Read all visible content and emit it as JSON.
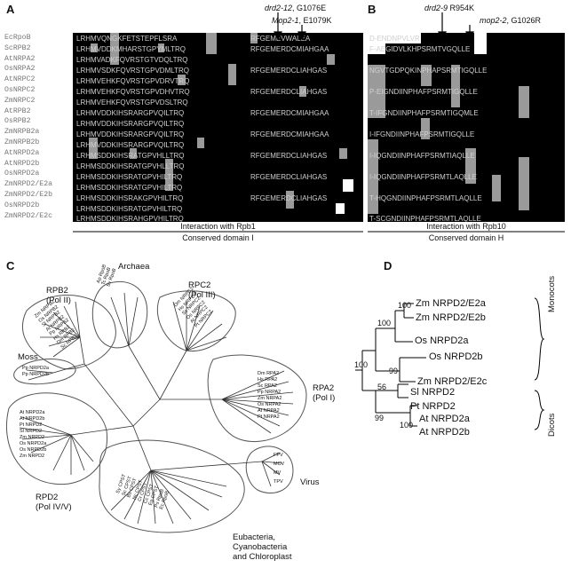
{
  "panelA": {
    "letter": "A",
    "mutation1": {
      "gene": "drd2-12",
      "change": "G1076E"
    },
    "mutation2": {
      "gene": "Mop2-1",
      "change": "E1079K"
    },
    "interaction_label": "Interaction with Rpb1",
    "domain_label": "Conserved domain I",
    "sequence_names": [
      "EcRpoB",
      "ScRPB2",
      "AtNRPA2",
      "OsNRPA2",
      "AtNRPC2",
      "OsNRPC2",
      "ZmNRPC2",
      "AtRPB2",
      "OsRPB2",
      "ZmNRPB2a",
      "ZmNRPB2b",
      "AtNRPD2a",
      "AtNRPD2b",
      "OsNRPD2a",
      "ZmNRPD2/E2a",
      "ZmNRPD2/E2b",
      "OsNRPD2b",
      "ZmNRPD2/E2c"
    ]
  },
  "panelB": {
    "letter": "B",
    "mutation1": {
      "gene": "drd2-9",
      "change": "R954K"
    },
    "mutation2": {
      "gene": "mop2-2",
      "change": "G1026R"
    },
    "interaction_label": "Interaction with Rpb10",
    "domain_label": "Conserved domain H"
  },
  "panelC": {
    "letter": "C",
    "groups": {
      "archaea": "Archaea",
      "rpc2": [
        "RPC2",
        "(Pol III)"
      ],
      "rpb2": [
        "RPB2",
        "(Pol II)"
      ],
      "moss": "Moss",
      "rpa2": [
        "RPA2",
        "(Pol I)"
      ],
      "rpd2": [
        "RPD2",
        "(Pol IV/V)"
      ],
      "virus": "Virus",
      "eubacteria": [
        "Eubacteria,",
        "Cyanobacteria",
        "and Chloroplast"
      ]
    },
    "leaves": {
      "archaea": [
        "Ap RpoB",
        "Tc RpoB",
        "Sv RpoB"
      ],
      "rpc2": [
        "Dm NRPC2",
        "Hs NRPC2",
        "Sc NRPC2",
        "Os NRPC2",
        "At NRPC2",
        "Pt NRPC2"
      ],
      "rpb2": [
        "Zm NRPB2",
        "Os NRPB2",
        "Sl NRPB2",
        "At NRPB2",
        "Pp NRPB2",
        "Hs RPB2",
        "Dm RPB2",
        "Sc RPB2"
      ],
      "moss": [
        "Pp NRPD2a",
        "Pp NRPD2b"
      ],
      "rpa2": [
        "Dm RPA2",
        "Hs RPA2",
        "Sc RPA2",
        "Pp NRPA2",
        "Zm NRPA2",
        "Os NRPA2",
        "At NRPA2",
        "Pt NRPA2"
      ],
      "rpd2": [
        "At NRPD2a",
        "At NRPD2b",
        "Pt NRPD2",
        "Sl NRPD2",
        "Zm NRPD2",
        "Os NRPD2a",
        "Os NRPD2b",
        "Zm NRPD2"
      ],
      "virus": [
        "FPV",
        "MCV",
        "MV",
        "TPV"
      ],
      "eubacteria": [
        "Sy CPST",
        "Sc CPST",
        "Bs CPST",
        "Nc CPST",
        "Cr CPST",
        "Cc CPST",
        "Eg CPST",
        "Ps RpoB",
        "Ec RpoB"
      ]
    }
  },
  "panelD": {
    "letter": "D",
    "taxa": [
      "Zm NRPD2/E2a",
      "Zm NRPD2/E2b",
      "Os NRPD2a",
      "Os NRPD2b",
      "Zm NRPD2/E2c",
      "Sl NRPD2",
      "Pt NRPD2",
      "At NRPD2a",
      "At NRPD2b"
    ],
    "bootstrap": [
      "100",
      "100",
      "99",
      "100",
      "56",
      "99",
      "100"
    ],
    "clades": [
      "Monocots",
      "Dicots"
    ]
  }
}
